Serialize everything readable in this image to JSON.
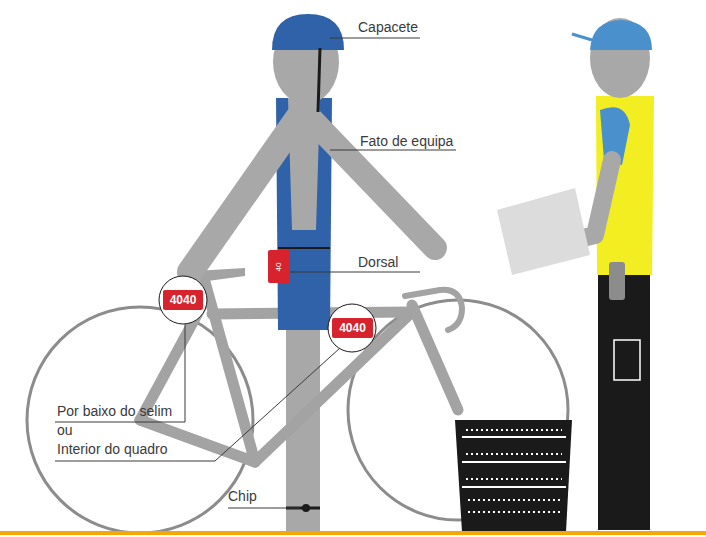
{
  "diagram": {
    "nodes": [
      {
        "text": [
          "40"
        ]
      },
      {
        "text": [
          "4040"
        ]
      },
      {
        "text": [
          "4040"
        ]
      }
    ],
    "labels": [
      "Capacete",
      "Fato de equipa",
      "Dorsal",
      "Por baixo do selim",
      "ou",
      "Interior do quadro",
      "Chip"
    ]
  }
}
